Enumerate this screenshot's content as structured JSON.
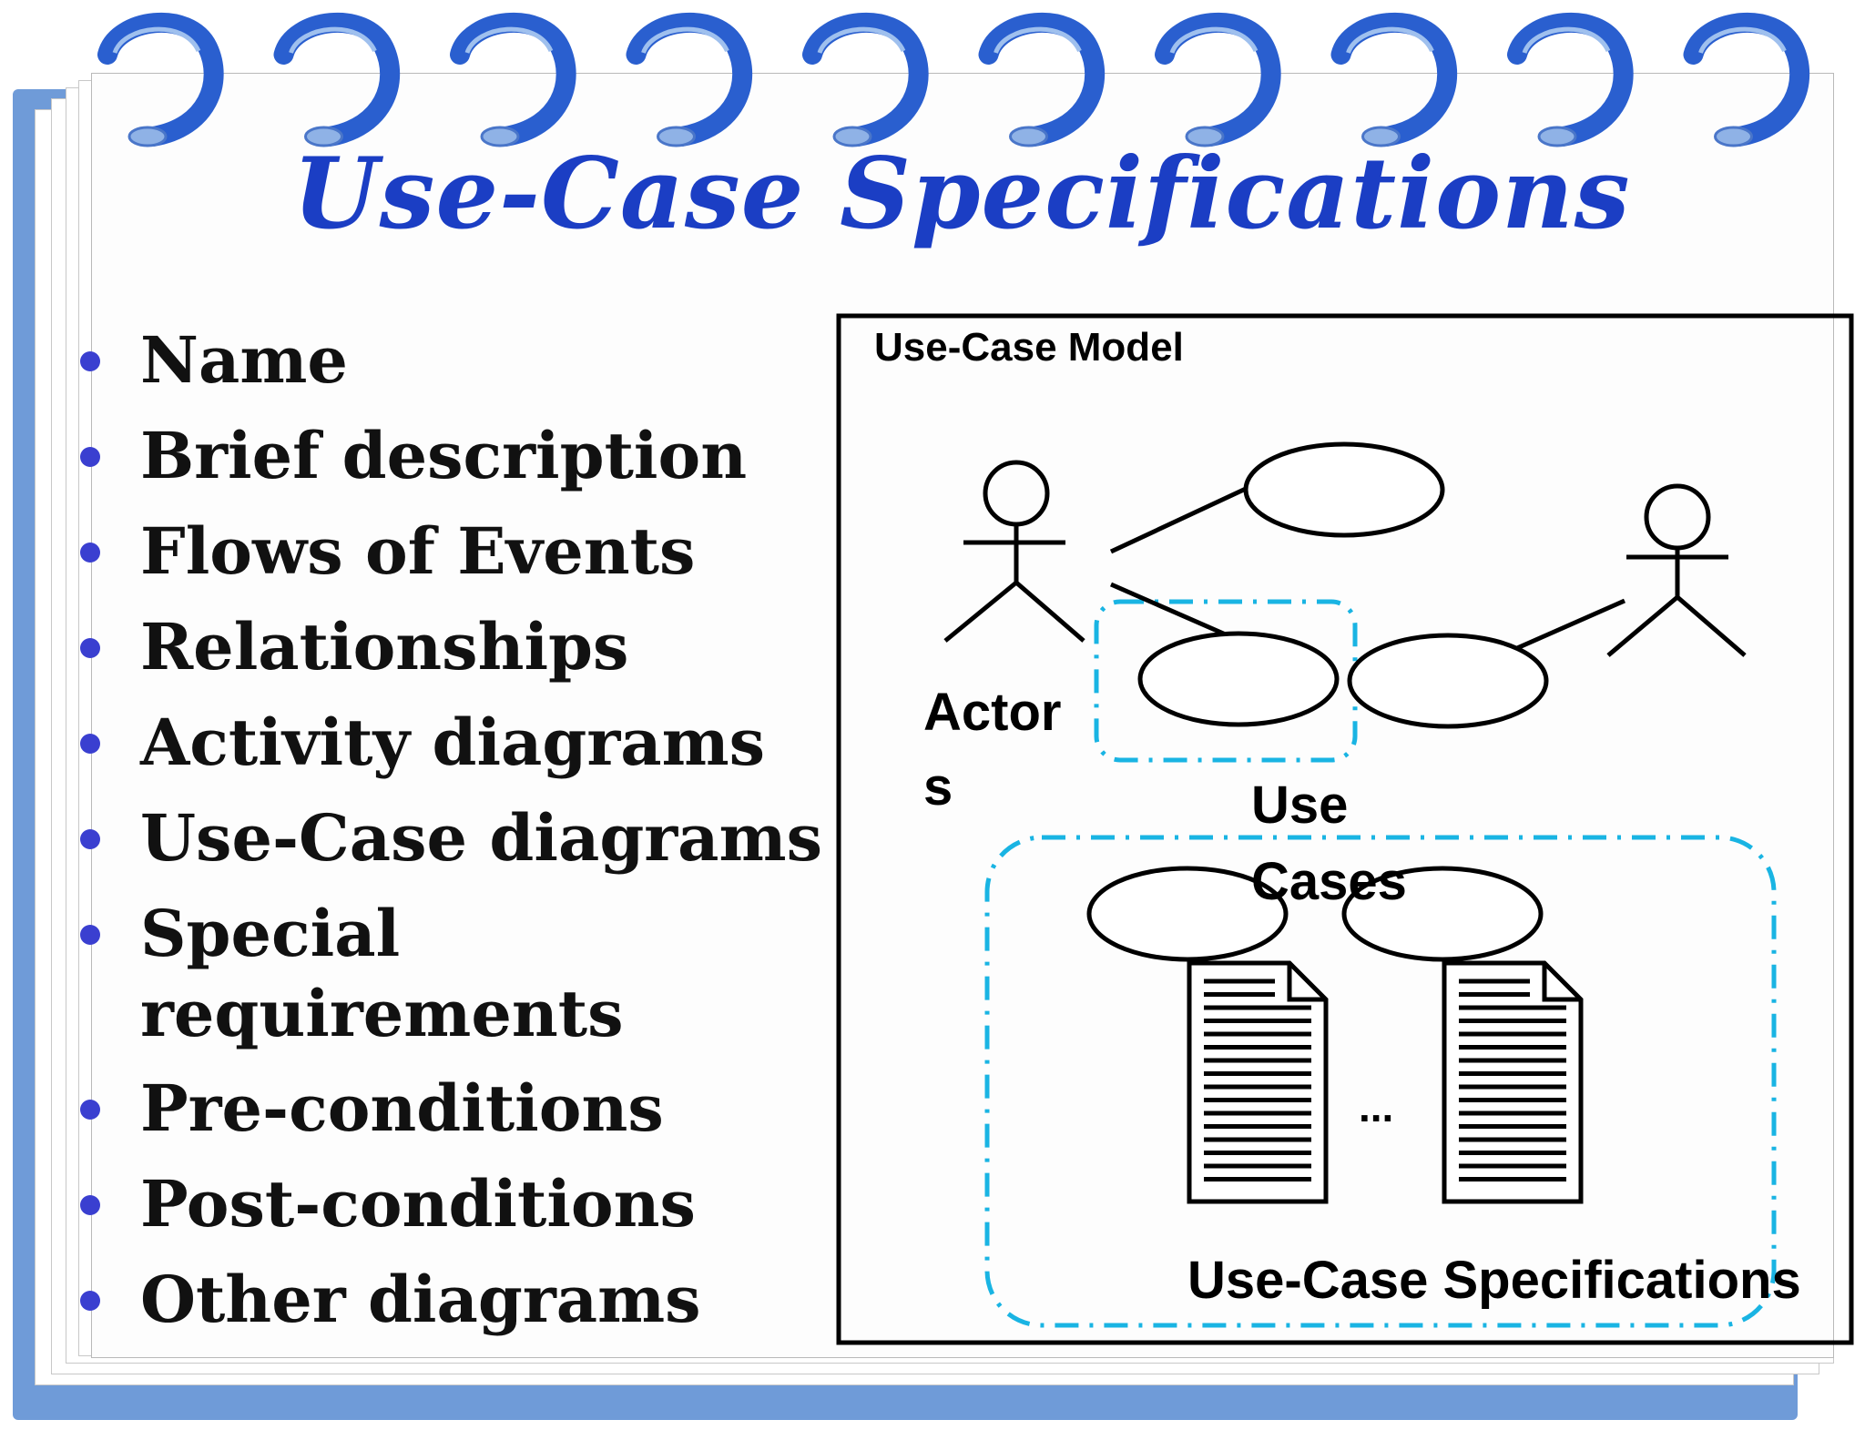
{
  "slide": {
    "title": "Use-Case Specifications",
    "bullets": [
      "Name",
      "Brief description",
      "Flows of Events",
      "Relationships",
      "Activity diagrams",
      "Use-Case diagrams",
      "Special requirements",
      "Pre-conditions",
      "Post-conditions",
      "Other diagrams"
    ]
  },
  "diagram": {
    "model_label": "Use-Case Model",
    "actors_label": [
      "Actor",
      "s"
    ],
    "use_cases_label": [
      "Use",
      "Cases"
    ],
    "ellipsis": "...",
    "specs_label": "Use-Case Specifications"
  },
  "colors": {
    "title": "#1b3ec4",
    "bullet_dot": "#3a3fd0",
    "ring": "#2a5fcf",
    "backing": "#6f9bd8",
    "dashed_box": "#19b4e3"
  }
}
